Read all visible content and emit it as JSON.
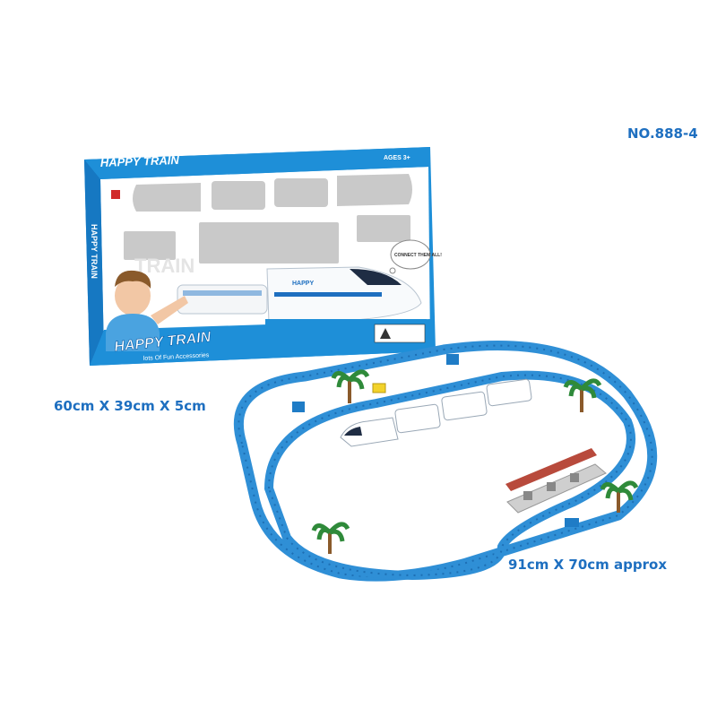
{
  "product": {
    "model_number": "NO.888-4",
    "box_dimensions": "60cm X 39cm X 5cm",
    "track_dimensions": "91cm X 70cm approx"
  },
  "box": {
    "brand_title_top": "HAPPY TRAIN",
    "brand_title_main": "HAPPY TRAIN",
    "tagline": "lots Of Fun Accessories",
    "age_label": "AGES 3+",
    "side_title": "HAPPY TRAIN",
    "bubble_text": "CONNECT THEM ALL!",
    "train_logo": "HAPPY",
    "bg_word": "TRAIN"
  },
  "colors": {
    "brand_blue": "#1e8fd8",
    "track_blue": "#2f8fd6",
    "label_blue": "#1e6fc0"
  },
  "icons": [
    "warning-label-icon",
    "palm-tree-icon",
    "station-platform-icon",
    "boy-photo",
    "train-image"
  ]
}
